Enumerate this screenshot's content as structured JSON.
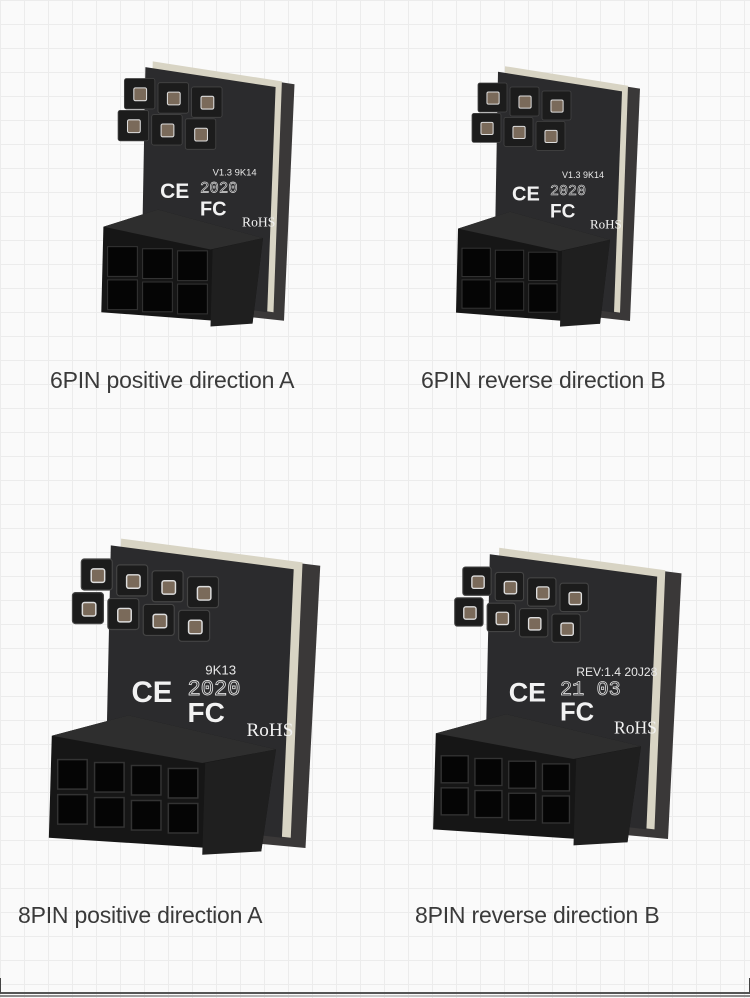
{
  "products": [
    {
      "caption": "6PIN positive direction A",
      "pins": 6,
      "direction": "positive",
      "board_text": [
        "V1.3  9K14",
        "2020",
        "CE",
        "FC",
        "RoHS"
      ]
    },
    {
      "caption": "6PIN reverse direction B",
      "pins": 6,
      "direction": "reverse",
      "board_text": [
        "V1.3  9K14",
        "2020",
        "CE",
        "FC",
        "RoHS"
      ]
    },
    {
      "caption": "8PIN positive direction A",
      "pins": 8,
      "direction": "positive",
      "board_text": [
        "9K13",
        "2020",
        "CE",
        "FC",
        "RoHS"
      ]
    },
    {
      "caption": "8PIN reverse direction B",
      "pins": 8,
      "direction": "reverse",
      "board_text": [
        "REV:1.4  20J28",
        "21 03",
        "CE",
        "FC",
        "RoHS"
      ]
    }
  ],
  "colors": {
    "background": "#fafafa",
    "board": "#2b2b2d",
    "connector": "#161616",
    "caption": "#3a3a3a"
  }
}
